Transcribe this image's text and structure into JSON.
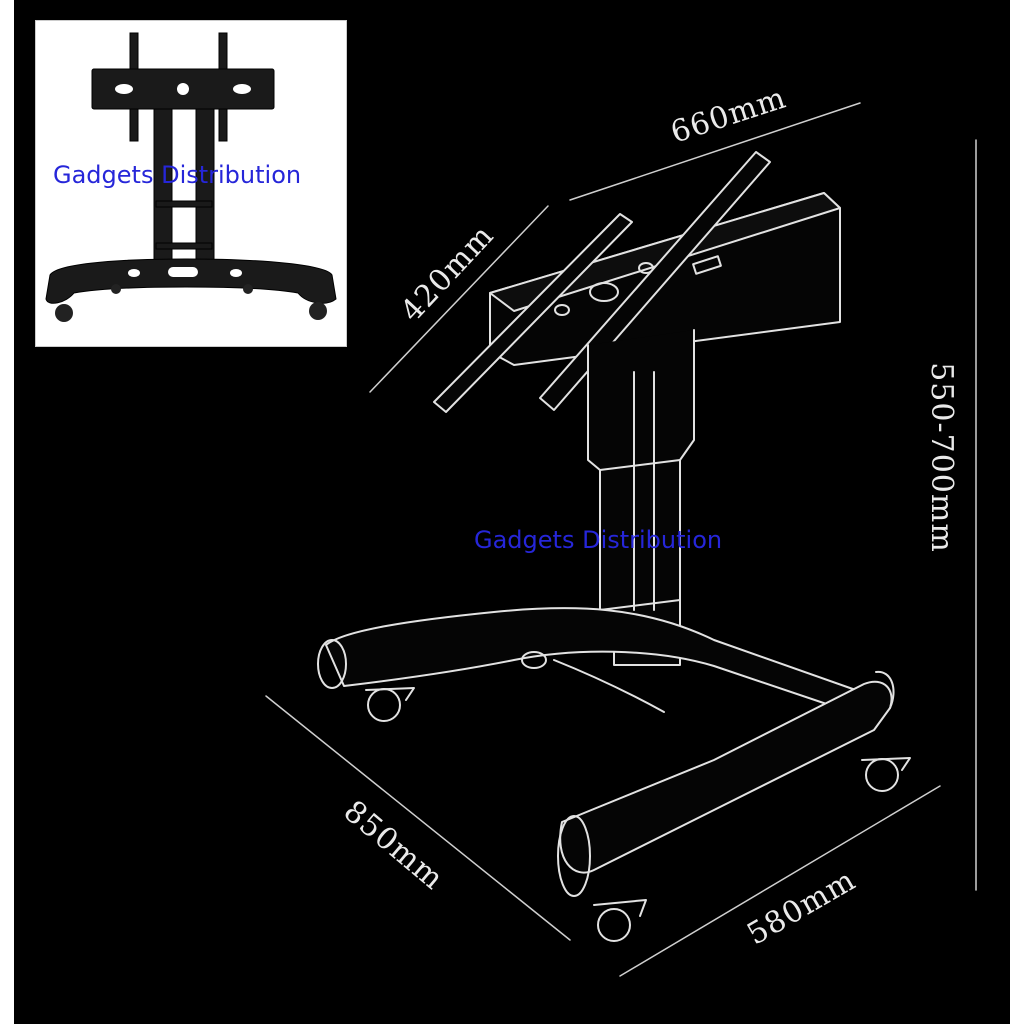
{
  "dimensions": {
    "width_top": "660mm",
    "depth_top": "420mm",
    "height_range": "550-700mm",
    "base_length": "850mm",
    "base_width": "580mm"
  },
  "watermark": {
    "main": "Gadgets Distribution",
    "inset": "Gadgets Distribution"
  },
  "colors": {
    "background": "#000000",
    "watermark": "#2626d9",
    "outline": "#e6e6e6"
  }
}
